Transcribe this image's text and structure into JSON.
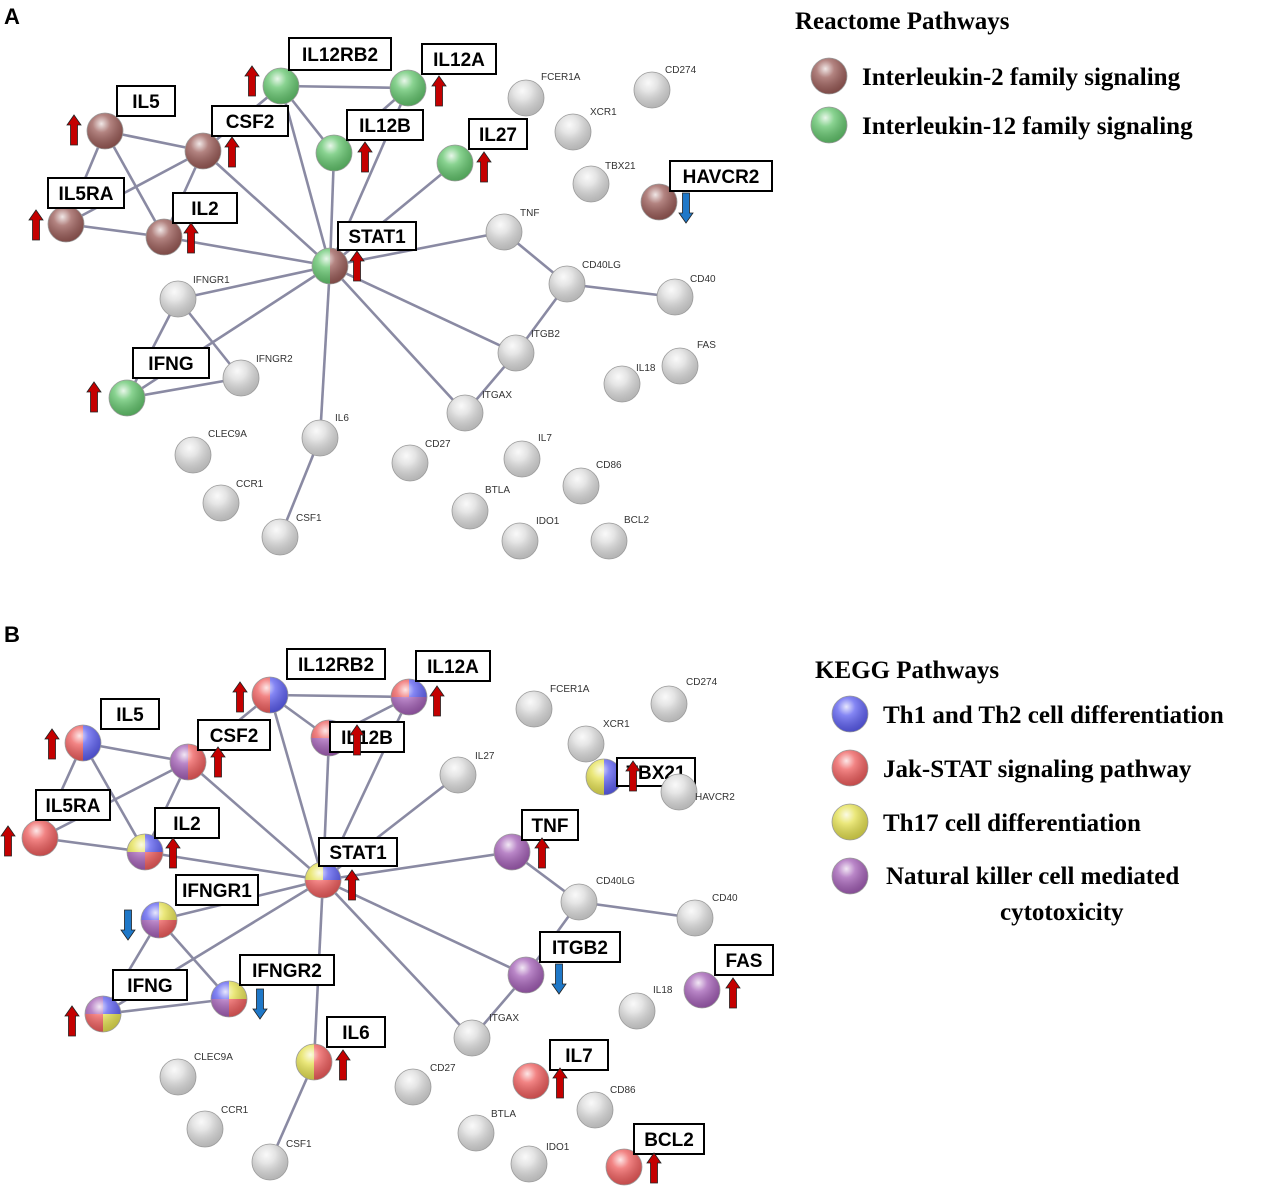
{
  "colors": {
    "edge": "#8a8aa3",
    "node_grey": "#dcdcdc",
    "il2_family": "#9a5b57",
    "il12_family": "#63c56d",
    "th1_th2": "#5c5ef0",
    "jak_stat": "#ee5c5c",
    "th17": "#e4e050",
    "nk": "#a35fb6",
    "arrow_up": "#c40000",
    "arrow_down": "#1f78c8"
  },
  "panels": [
    {
      "label": "A",
      "legend": {
        "title": "Reactome Pathways",
        "items": [
          {
            "label": "Interleukin-2 family signaling",
            "color": "il2_family"
          },
          {
            "label": "Interleukin-12 family signaling",
            "color": "il12_family"
          }
        ]
      },
      "nodes": [
        {
          "id": "IL12RB2",
          "colors": [
            "il12_family"
          ],
          "boxed": true,
          "arrow": "up"
        },
        {
          "id": "IL12A",
          "colors": [
            "il12_family"
          ],
          "boxed": true,
          "arrow": "up"
        },
        {
          "id": "IL5",
          "colors": [
            "il2_family"
          ],
          "boxed": true,
          "arrow": "up"
        },
        {
          "id": "CSF2",
          "colors": [
            "il2_family"
          ],
          "boxed": true,
          "arrow": "up"
        },
        {
          "id": "IL12B",
          "colors": [
            "il12_family"
          ],
          "boxed": true,
          "arrow": "up"
        },
        {
          "id": "IL27",
          "colors": [
            "il12_family"
          ],
          "boxed": true,
          "arrow": "up"
        },
        {
          "id": "IL5RA",
          "colors": [
            "il2_family"
          ],
          "boxed": true,
          "arrow": "up"
        },
        {
          "id": "IL2",
          "colors": [
            "il2_family"
          ],
          "boxed": true,
          "arrow": "up"
        },
        {
          "id": "STAT1",
          "colors": [
            "il12_family",
            "il2_family"
          ],
          "boxed": true,
          "arrow": "up"
        },
        {
          "id": "HAVCR2",
          "colors": [
            "il2_family"
          ],
          "boxed": true,
          "arrow": "down"
        },
        {
          "id": "IFNG",
          "colors": [
            "il12_family"
          ],
          "boxed": true,
          "arrow": "up"
        },
        {
          "id": "FCER1A",
          "colors": [],
          "boxed": false
        },
        {
          "id": "CD274",
          "colors": [],
          "boxed": false
        },
        {
          "id": "XCR1",
          "colors": [],
          "boxed": false
        },
        {
          "id": "TBX21",
          "colors": [],
          "boxed": false
        },
        {
          "id": "TNF",
          "colors": [],
          "boxed": false
        },
        {
          "id": "CD40LG",
          "colors": [],
          "boxed": false
        },
        {
          "id": "CD40",
          "colors": [],
          "boxed": false
        },
        {
          "id": "IFNGR1",
          "colors": [],
          "boxed": false
        },
        {
          "id": "IFNGR2",
          "colors": [],
          "boxed": false
        },
        {
          "id": "ITGB2",
          "colors": [],
          "boxed": false
        },
        {
          "id": "FAS",
          "colors": [],
          "boxed": false
        },
        {
          "id": "IL18",
          "colors": [],
          "boxed": false
        },
        {
          "id": "ITGAX",
          "colors": [],
          "boxed": false
        },
        {
          "id": "IL6",
          "colors": [],
          "boxed": false
        },
        {
          "id": "CLEC9A",
          "colors": [],
          "boxed": false
        },
        {
          "id": "CD27",
          "colors": [],
          "boxed": false
        },
        {
          "id": "IL7",
          "colors": [],
          "boxed": false
        },
        {
          "id": "CD86",
          "colors": [],
          "boxed": false
        },
        {
          "id": "CCR1",
          "colors": [],
          "boxed": false
        },
        {
          "id": "BTLA",
          "colors": [],
          "boxed": false
        },
        {
          "id": "CSF1",
          "colors": [],
          "boxed": false
        },
        {
          "id": "IDO1",
          "colors": [],
          "boxed": false
        },
        {
          "id": "BCL2",
          "colors": [],
          "boxed": false
        }
      ]
    },
    {
      "label": "B",
      "legend": {
        "title": "KEGG Pathways",
        "items": [
          {
            "label": "Th1 and Th2 cell differentiation",
            "color": "th1_th2"
          },
          {
            "label": "Jak-STAT signaling pathway",
            "color": "jak_stat"
          },
          {
            "label": "Th17 cell differentiation",
            "color": "th17"
          },
          {
            "label": "Natural killer cell mediated cytotoxicity",
            "color": "nk"
          }
        ]
      },
      "nodes": [
        {
          "id": "IL12RB2",
          "colors": [
            "jak_stat",
            "th1_th2"
          ],
          "boxed": true,
          "arrow": "up"
        },
        {
          "id": "IL12A",
          "colors": [
            "jak_stat",
            "th1_th2",
            "nk"
          ],
          "boxed": true,
          "arrow": "up"
        },
        {
          "id": "IL5",
          "colors": [
            "jak_stat",
            "th1_th2"
          ],
          "boxed": true,
          "arrow": "up"
        },
        {
          "id": "CSF2",
          "colors": [
            "nk",
            "jak_stat"
          ],
          "boxed": true,
          "arrow": "up"
        },
        {
          "id": "IL12B",
          "colors": [
            "jak_stat",
            "th1_th2",
            "nk"
          ],
          "boxed": true,
          "arrow": "up"
        },
        {
          "id": "IL27",
          "colors": [],
          "boxed": false
        },
        {
          "id": "IL5RA",
          "colors": [
            "jak_stat"
          ],
          "boxed": true,
          "arrow": "up"
        },
        {
          "id": "IL2",
          "colors": [
            "th17",
            "th1_th2",
            "jak_stat",
            "nk"
          ],
          "boxed": true,
          "arrow": "up"
        },
        {
          "id": "STAT1",
          "colors": [
            "th17",
            "th1_th2",
            "jak_stat"
          ],
          "boxed": true,
          "arrow": "up"
        },
        {
          "id": "TBX21",
          "colors": [
            "th17",
            "th1_th2"
          ],
          "boxed": true,
          "arrow": "up"
        },
        {
          "id": "HAVCR2",
          "colors": [],
          "boxed": false
        },
        {
          "id": "TNF",
          "colors": [
            "nk"
          ],
          "boxed": true,
          "arrow": "up"
        },
        {
          "id": "IFNGR1",
          "colors": [
            "th1_th2",
            "th17",
            "jak_stat",
            "nk"
          ],
          "boxed": true,
          "arrow": "down"
        },
        {
          "id": "IFNGR2",
          "colors": [
            "th1_th2",
            "th17",
            "jak_stat",
            "nk"
          ],
          "boxed": true,
          "arrow": "down"
        },
        {
          "id": "IFNG",
          "colors": [
            "nk",
            "th1_th2",
            "th17",
            "jak_stat"
          ],
          "boxed": true,
          "arrow": "up"
        },
        {
          "id": "ITGB2",
          "colors": [
            "nk"
          ],
          "boxed": true,
          "arrow": "down"
        },
        {
          "id": "FAS",
          "colors": [
            "nk"
          ],
          "boxed": true,
          "arrow": "up"
        },
        {
          "id": "IL6",
          "colors": [
            "th17",
            "jak_stat"
          ],
          "boxed": true,
          "arrow": "up"
        },
        {
          "id": "IL7",
          "colors": [
            "jak_stat"
          ],
          "boxed": true,
          "arrow": "up"
        },
        {
          "id": "BCL2",
          "colors": [
            "jak_stat"
          ],
          "boxed": true,
          "arrow": "up"
        },
        {
          "id": "FCER1A",
          "colors": [],
          "boxed": false
        },
        {
          "id": "CD274",
          "colors": [],
          "boxed": false
        },
        {
          "id": "XCR1",
          "colors": [],
          "boxed": false
        },
        {
          "id": "CD40LG",
          "colors": [],
          "boxed": false
        },
        {
          "id": "CD40",
          "colors": [],
          "boxed": false
        },
        {
          "id": "IL18",
          "colors": [],
          "boxed": false
        },
        {
          "id": "ITGAX",
          "colors": [],
          "boxed": false
        },
        {
          "id": "CLEC9A",
          "colors": [],
          "boxed": false
        },
        {
          "id": "CD27",
          "colors": [],
          "boxed": false
        },
        {
          "id": "CD86",
          "colors": [],
          "boxed": false
        },
        {
          "id": "CCR1",
          "colors": [],
          "boxed": false
        },
        {
          "id": "BTLA",
          "colors": [],
          "boxed": false
        },
        {
          "id": "CSF1",
          "colors": [],
          "boxed": false
        },
        {
          "id": "IDO1",
          "colors": [],
          "boxed": false
        }
      ]
    }
  ],
  "edges": [
    [
      "IL5",
      "CSF2"
    ],
    [
      "IL5",
      "IL2"
    ],
    [
      "IL5",
      "IL5RA"
    ],
    [
      "IL5RA",
      "CSF2"
    ],
    [
      "IL5RA",
      "IL2"
    ],
    [
      "CSF2",
      "IL2"
    ],
    [
      "CSF2",
      "IL12RB2"
    ],
    [
      "CSF2",
      "STAT1"
    ],
    [
      "IL2",
      "STAT1"
    ],
    [
      "IL12RB2",
      "IL12A"
    ],
    [
      "IL12RB2",
      "IL12B"
    ],
    [
      "IL12RB2",
      "STAT1"
    ],
    [
      "IL12A",
      "IL12B"
    ],
    [
      "IL12A",
      "STAT1"
    ],
    [
      "IL12B",
      "STAT1"
    ],
    [
      "IL27",
      "STAT1"
    ],
    [
      "STAT1",
      "TNF"
    ],
    [
      "STAT1",
      "IFNGR1"
    ],
    [
      "STAT1",
      "IFNG"
    ],
    [
      "STAT1",
      "ITGB2"
    ],
    [
      "STAT1",
      "ITGAX"
    ],
    [
      "STAT1",
      "IL6"
    ],
    [
      "TNF",
      "CD40LG"
    ],
    [
      "CD40LG",
      "CD40"
    ],
    [
      "CD40LG",
      "ITGB2"
    ],
    [
      "ITGB2",
      "ITGAX"
    ],
    [
      "IFNGR1",
      "IFNG"
    ],
    [
      "IFNGR1",
      "IFNGR2"
    ],
    [
      "IFNG",
      "IFNGR2"
    ],
    [
      "IL6",
      "CSF1"
    ]
  ]
}
